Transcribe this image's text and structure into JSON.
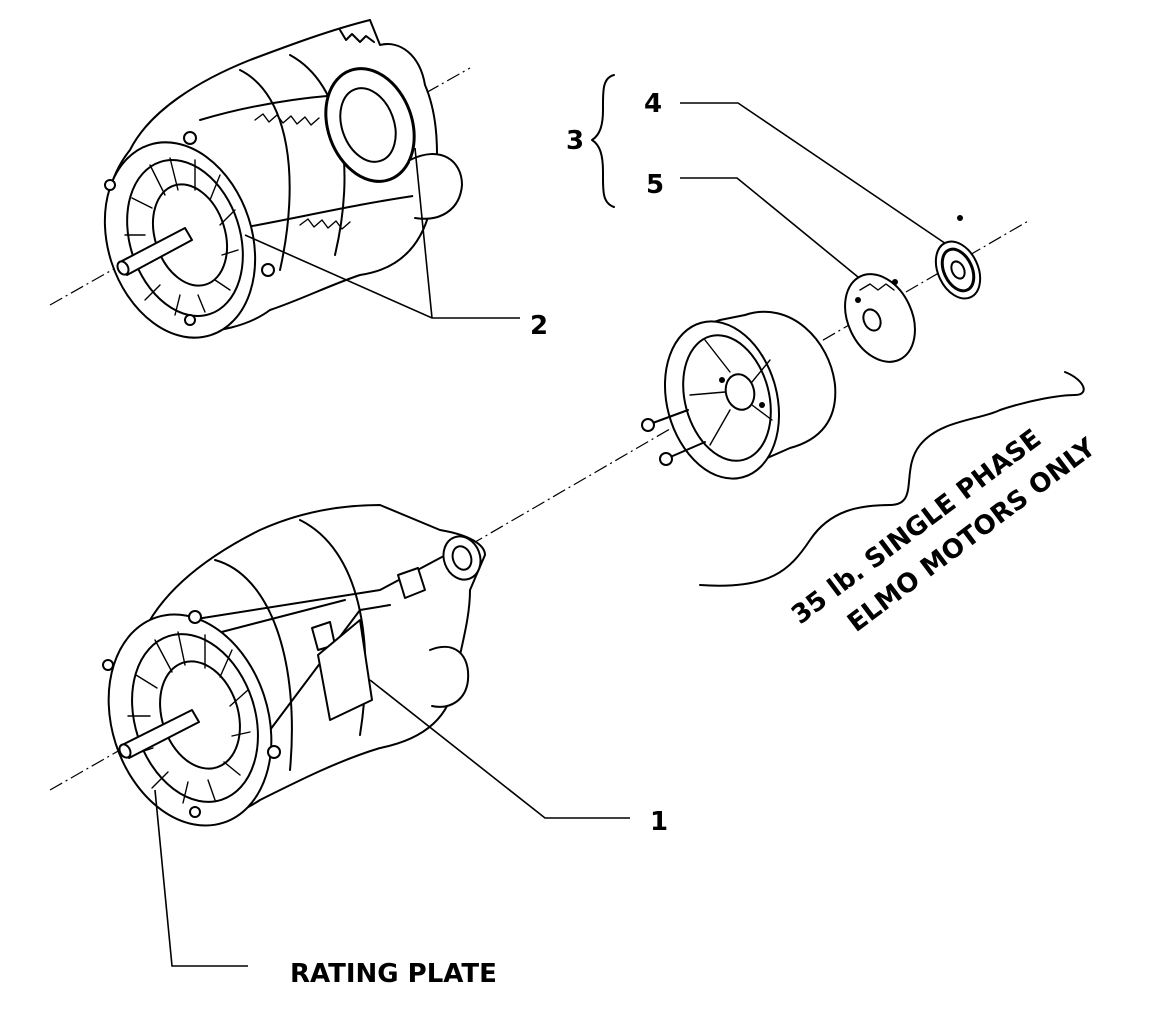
{
  "callouts": {
    "c1": "1",
    "c2": "2",
    "c3": "3",
    "c4": "4",
    "c5": "5"
  },
  "labels": {
    "rating_plate": "RATING PLATE",
    "note_line1": "35 lb. SINGLE PHASE",
    "note_line2": "ELMO MOTORS ONLY"
  },
  "colors": {
    "ink": "#000000",
    "paper": "#ffffff"
  }
}
